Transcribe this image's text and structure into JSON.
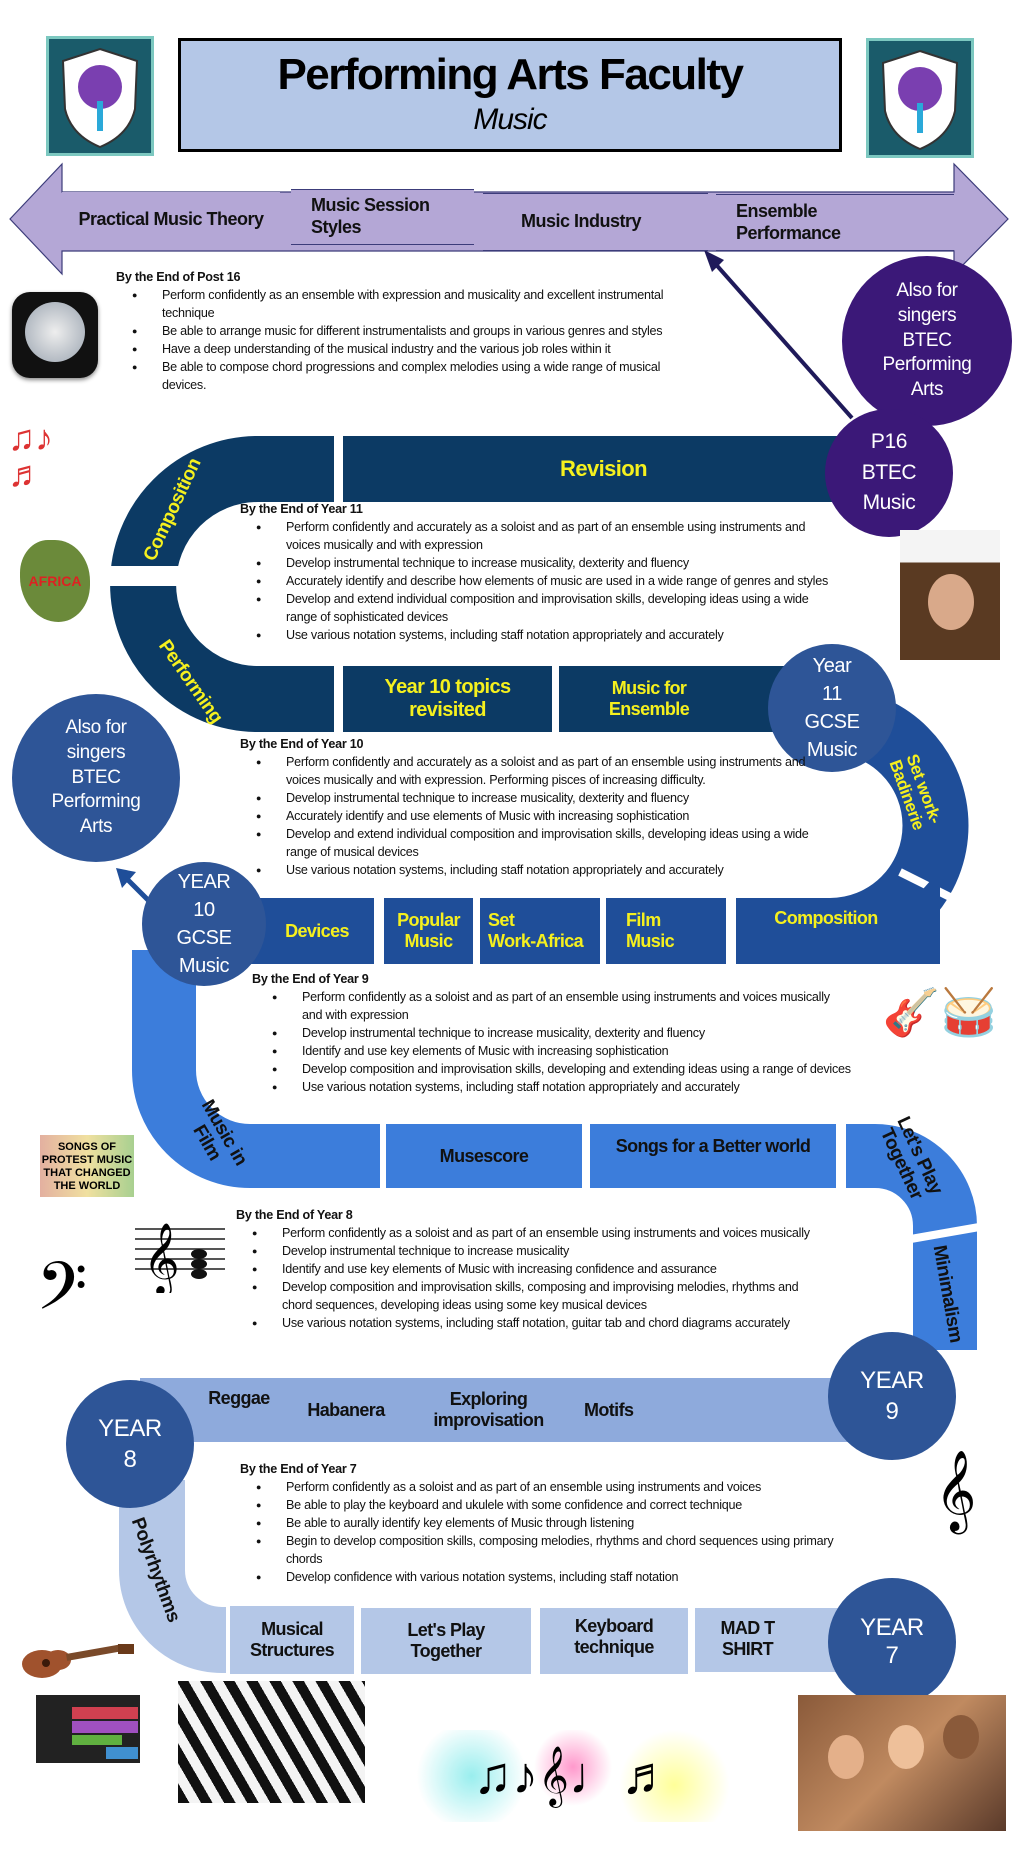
{
  "header": {
    "title": "Performing Arts Faculty",
    "subtitle": "Music"
  },
  "topic_arrow": [
    "Practical Music Theory",
    "Music Session\nStyles",
    "Music Industry",
    "Ensemble\nPerformance"
  ],
  "post16": {
    "heading": "By the End of Post 16",
    "bullets": [
      "Perform confidently as an ensemble with expression and musicality and excellent instrumental technique",
      "Be able to arrange music for different instrumentalists and groups in various genres and styles",
      "Have a deep understanding of the musical industry and the various job roles within it",
      "Be able to compose chord progressions and complex melodies using a wide range of musical devices."
    ]
  },
  "also_singers_top": "Also for\nsingers\nBTEC\nPerforming\nArts",
  "also_singers_left": "Also for\nsingers\nBTEC\nPerforming\nArts",
  "p16_circle": "P16\nBTEC\nMusic",
  "year11": {
    "circle": "Year\n11\nGCSE\nMusic",
    "heading": "By the End of Year 11",
    "bullets": [
      "Perform confidently and accurately as a soloist and as part of an ensemble using instruments and voices musically and with expression",
      "Develop instrumental technique to increase musicality, dexterity and fluency",
      "Accurately identify and describe how elements of music are used in a wide range of genres and styles",
      "Develop and extend individual composition and improvisation skills, developing ideas using a wide range of sophisticated devices",
      "Use various notation systems, including staff notation appropriately and accurately"
    ],
    "topics": {
      "composition": "Composition",
      "revision": "Revision",
      "performing": "Performing",
      "year10_revisited": "Year 10 topics\nrevisited",
      "music_for_ensemble": "Music for\nEnsemble",
      "set_work": "Set work-\nBadinerie"
    }
  },
  "year10": {
    "circle": "YEAR\n10\nGCSE\nMusic",
    "heading": "By the End of Year 10",
    "bullets": [
      "Perform confidently and accurately as a soloist and as part of an ensemble using instruments and voices musically and with expression. Performing pisces of increasing difficulty.",
      "Develop instrumental technique to increase musicality, dexterity and fluency",
      "Accurately identify and use elements of Music with increasing sophistication",
      "Develop and extend individual composition and improvisation skills, developing ideas using a wide range of musical devices",
      "Use various notation systems, including staff notation appropriately and accurately"
    ],
    "topics": [
      "Devices",
      "Popular\nMusic",
      "Set\nWork-Africa",
      "Film\nMusic",
      "Composition"
    ]
  },
  "year9": {
    "circle": "YEAR\n9",
    "heading": "By the End of Year 9",
    "bullets": [
      "Perform confidently as a soloist and as part of an ensemble using instruments and voices musically and with expression",
      "Develop instrumental technique to increase musicality, dexterity and fluency",
      "Identify and use key elements of Music with increasing sophistication",
      "Develop composition and improvisation skills, developing and extending ideas using a range of devices",
      "Use various notation systems, including staff notation appropriately and accurately"
    ],
    "topics": {
      "music_in_film": "Music in\nFilm",
      "musescore": "Musescore",
      "songs": "Songs for a Better world",
      "lets_play": "Let's Play\nTogether",
      "minimalism": "Minimalism"
    }
  },
  "year8": {
    "circle": "YEAR\n8",
    "heading": "By the End of Year 8",
    "bullets": [
      "Perform confidently as a soloist and as part of an ensemble using instruments and voices musically",
      "Develop instrumental technique to increase musicality",
      "Identify and use key elements of Music with increasing confidence and assurance",
      "Develop composition and improvisation skills, composing and improvising melodies, rhythms and chord sequences, developing ideas using some key musical devices",
      "Use various notation systems, including staff notation, guitar tab and chord diagrams accurately"
    ],
    "topics": [
      "Reggae",
      "Habanera",
      "Exploring\nimprovisation",
      "Motifs"
    ]
  },
  "year7": {
    "circle": "YEAR\n7",
    "heading": "By the End of Year 7",
    "bullets": [
      "Perform confidently as a soloist and as part of an ensemble using instruments and voices",
      "Be able to play the keyboard and ukulele with some confidence and correct technique",
      "Be able to aurally identify key elements of Music through listening",
      "Begin to develop composition skills, composing melodies, rhythms and chord sequences using primary chords",
      "Develop confidence with various notation systems, including staff notation"
    ],
    "topics": {
      "polyrhythms": "Polyrhythms",
      "list": [
        "Musical\nStructures",
        "Let's Play\nTogether",
        "Keyboard\ntechnique",
        "MAD T\nSHIRT"
      ]
    }
  },
  "logos": {
    "songs_of_protest": "SONGS OF PROTEST MUSIC THAT CHANGED THE WORLD",
    "africa": "AFRICA"
  },
  "colors": {
    "year11": "#0c3a64",
    "year10": "#1f4e99",
    "year9": "#3c7ddb",
    "year8": "#8eaadc",
    "year7": "#b4c7e7",
    "circle": "#2e5597",
    "purple": "#3b1878",
    "arrow": "#b4a7d6",
    "highlight": "#f5f01e"
  }
}
